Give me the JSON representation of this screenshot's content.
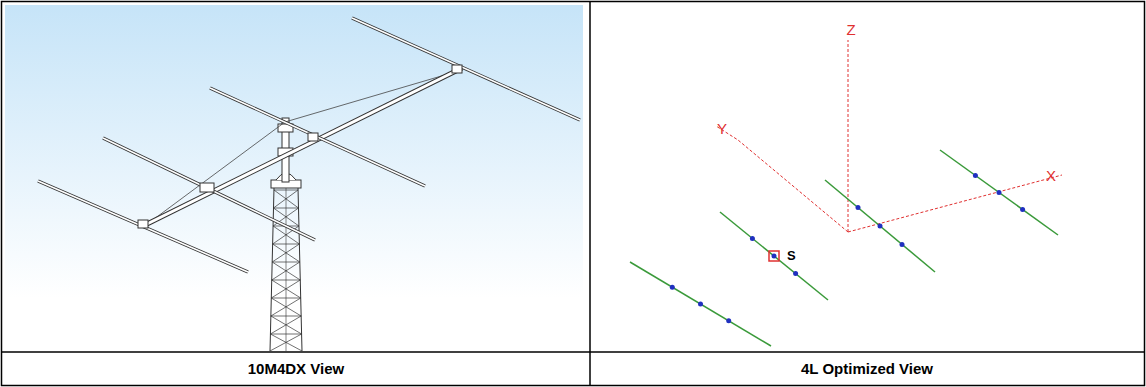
{
  "diagram": {
    "labels": [
      "10M4DX View",
      "4L Optimized View",
      "Z",
      "Y",
      "X",
      "S"
    ]
  }
}
